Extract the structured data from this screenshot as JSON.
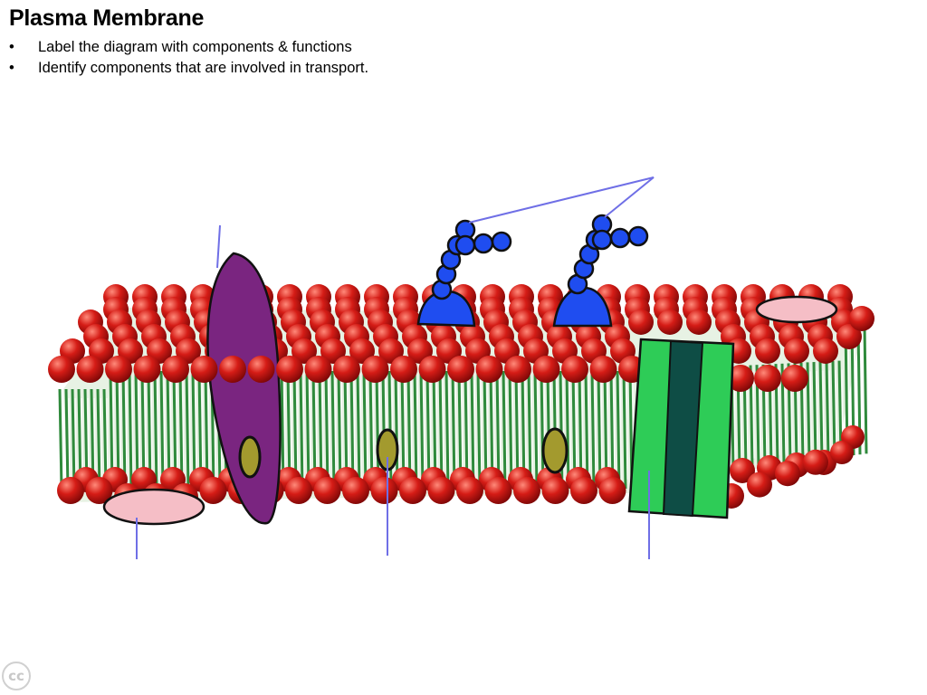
{
  "slide": {
    "title": "Plasma Membrane",
    "bullets": [
      {
        "marker": "•",
        "text": "Label the diagram with components & functions"
      },
      {
        "marker": "•",
        "text": "Identify components that are involved in transport."
      }
    ]
  },
  "license_badge": {
    "text": "cc",
    "icon": "creative-commons-icon"
  },
  "colors": {
    "phospholipid_head": "#c41414",
    "phospholipid_tail": "#2f8a3c",
    "integral_protein": "#7a2580",
    "glycoprotein": "#1f4df0",
    "channel_protein_outer": "#2ecc57",
    "channel_protein_inner": "#0e4d45",
    "cholesterol": "#a39a2e",
    "peripheral_protein": "#f5bec6",
    "leader_line": "#6f6fe6"
  }
}
